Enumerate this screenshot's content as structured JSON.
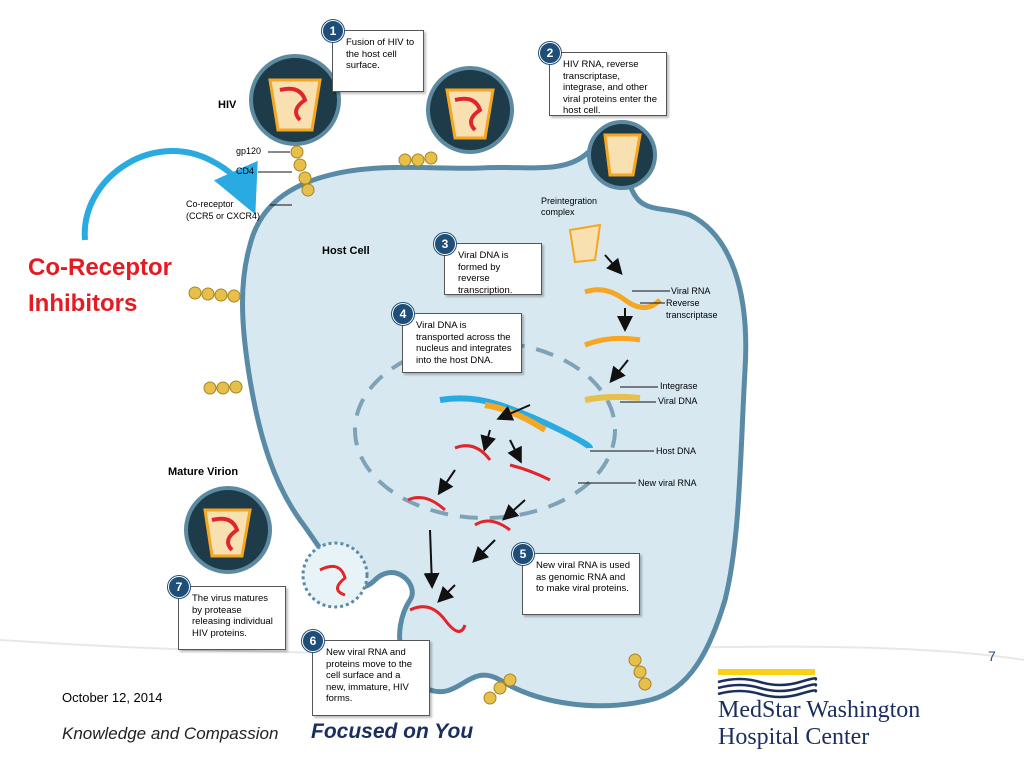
{
  "callout": {
    "text_line1": "Co-Receptor",
    "text_line2": "Inhibitors",
    "color": "#e31b23",
    "arrow_color": "#29abe2"
  },
  "steps": [
    {
      "number": "1",
      "text": "Fusion of HIV to the host cell surface."
    },
    {
      "number": "2",
      "text": "HIV RNA, reverse transcriptase, integrase, and other viral proteins enter the host cell."
    },
    {
      "number": "3",
      "text": "Viral DNA is formed by reverse transcription."
    },
    {
      "number": "4",
      "text": "Viral DNA is transported across the nucleus and integrates into the host DNA."
    },
    {
      "number": "5",
      "text": "New viral RNA is used as genomic RNA and to make viral proteins."
    },
    {
      "number": "6",
      "text": "New viral RNA and proteins move to the cell surface and a new, immature, HIV forms."
    },
    {
      "number": "7",
      "text": "The virus matures by protease releasing individual HIV proteins."
    }
  ],
  "labels": {
    "hiv": "HIV",
    "gp120": "gp120",
    "cd4": "CD4",
    "coreceptor_line1": "Co-receptor",
    "coreceptor_line2": "(CCR5 or CXCR4)",
    "host_cell": "Host Cell",
    "preintegration_line1": "Preintegration",
    "preintegration_line2": "complex",
    "viral_rna": "Viral RNA",
    "reverse_line1": "Reverse",
    "reverse_line2": "transcriptase",
    "integrase": "Integrase",
    "viral_dna": "Viral DNA",
    "host_dna": "Host DNA",
    "new_viral_rna": "New viral RNA",
    "mature_virion": "Mature Virion"
  },
  "footer": {
    "date": "October 12, 2014",
    "tagline_part1": "Knowledge and Compassion",
    "tagline_part2": "Focused on You",
    "page_number": "7",
    "brand_line1": "MedStar Washington",
    "brand_line2": "Hospital Center"
  },
  "colors": {
    "cell_fill": "#d7e8f1",
    "cell_border": "#5a8ba6",
    "virus_dark": "#1e3b4a",
    "capsid": "#f5a623",
    "rna": "#e0262b",
    "brand_navy": "#1b2f5e",
    "brand_yellow": "#f7d117"
  }
}
